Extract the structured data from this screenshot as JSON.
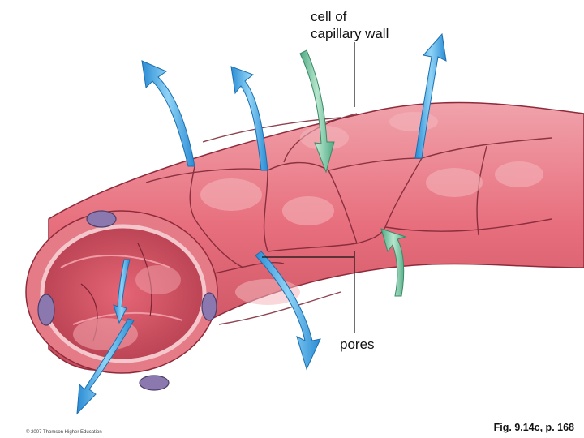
{
  "labels": {
    "cell_line1": "cell of",
    "cell_line2": "capillary wall",
    "pores": "pores"
  },
  "caption": "Fig. 9.14c, p. 168",
  "copyright": "© 2007 Thomson Higher Education",
  "colors": {
    "tissue": "#e8707e",
    "tissue_light": "#f2a2aa",
    "tissue_dark": "#b9404f",
    "nucleus": "#8a78ae",
    "arrow_out": "#5bb5e8",
    "arrow_in": "#7fc9a4"
  }
}
